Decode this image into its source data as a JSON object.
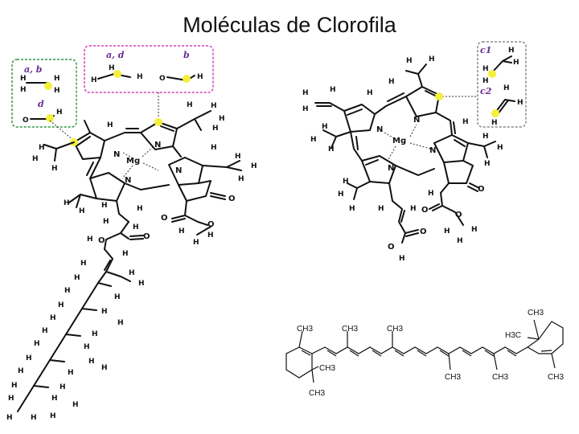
{
  "title": "Moléculas de Clorofila",
  "colors": {
    "green_box": "#2e9a45",
    "magenta_box": "#d53fc0",
    "gray_box": "#888888",
    "highlight": "#f3ef3a",
    "legend_text": "#6a2c91"
  },
  "legend_left": {
    "label_ab": "a, b",
    "label_d": "d"
  },
  "legend_mid": {
    "label_ad": "a, d",
    "label_b": "b"
  },
  "legend_right": {
    "label_c1": "c1",
    "label_c2": "c2"
  },
  "atoms": {
    "H": "H",
    "N": "N",
    "O": "O",
    "Mg": "Mg"
  },
  "carotene": {
    "methyl": "CH3",
    "h3c": "H3C"
  }
}
